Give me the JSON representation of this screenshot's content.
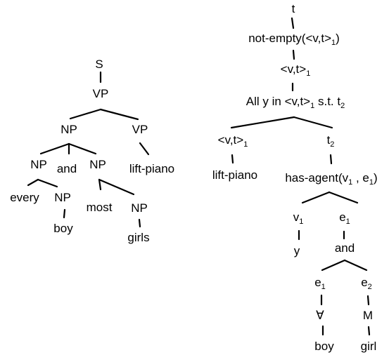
{
  "left_tree": {
    "s": "S",
    "vp_top": "VP",
    "np_top": "NP",
    "vp_right": "VP",
    "np_left": "NP",
    "and": "and",
    "np_mid": "NP",
    "lift_piano": "lift-piano",
    "every": "every",
    "np_boy": "NP",
    "most": "most",
    "np_girls": "NP",
    "boy": "boy",
    "girls": "girls"
  },
  "right_tree": {
    "t": "t",
    "not_empty": "not-empty(<v,t>",
    "not_empty_sub": "1",
    "not_empty_close": ")",
    "vt": "<v,t>",
    "vt_sub": "1",
    "all_y": "All y in <v,t>",
    "all_y_sub": "1",
    "all_y_st": " s.t. t",
    "all_y_t_sub": "2",
    "vt_left": "<v,t>",
    "vt_left_sub": "1",
    "t2": "t",
    "t2_sub": "2",
    "lift_piano": "lift-piano",
    "has_agent": "has-agent(v",
    "has_agent_sub1": "1",
    "has_agent_mid": " , e",
    "has_agent_sub2": "1",
    "has_agent_close": ")",
    "v1": "v",
    "v1_sub": "1",
    "e1": "e",
    "e1_sub": "1",
    "y": "y",
    "and": "and",
    "e1b": "e",
    "e1b_sub": "1",
    "e2": "e",
    "e2_sub": "2",
    "forall": "∀",
    "m": "M",
    "boy": "boy",
    "girl": "girl"
  }
}
